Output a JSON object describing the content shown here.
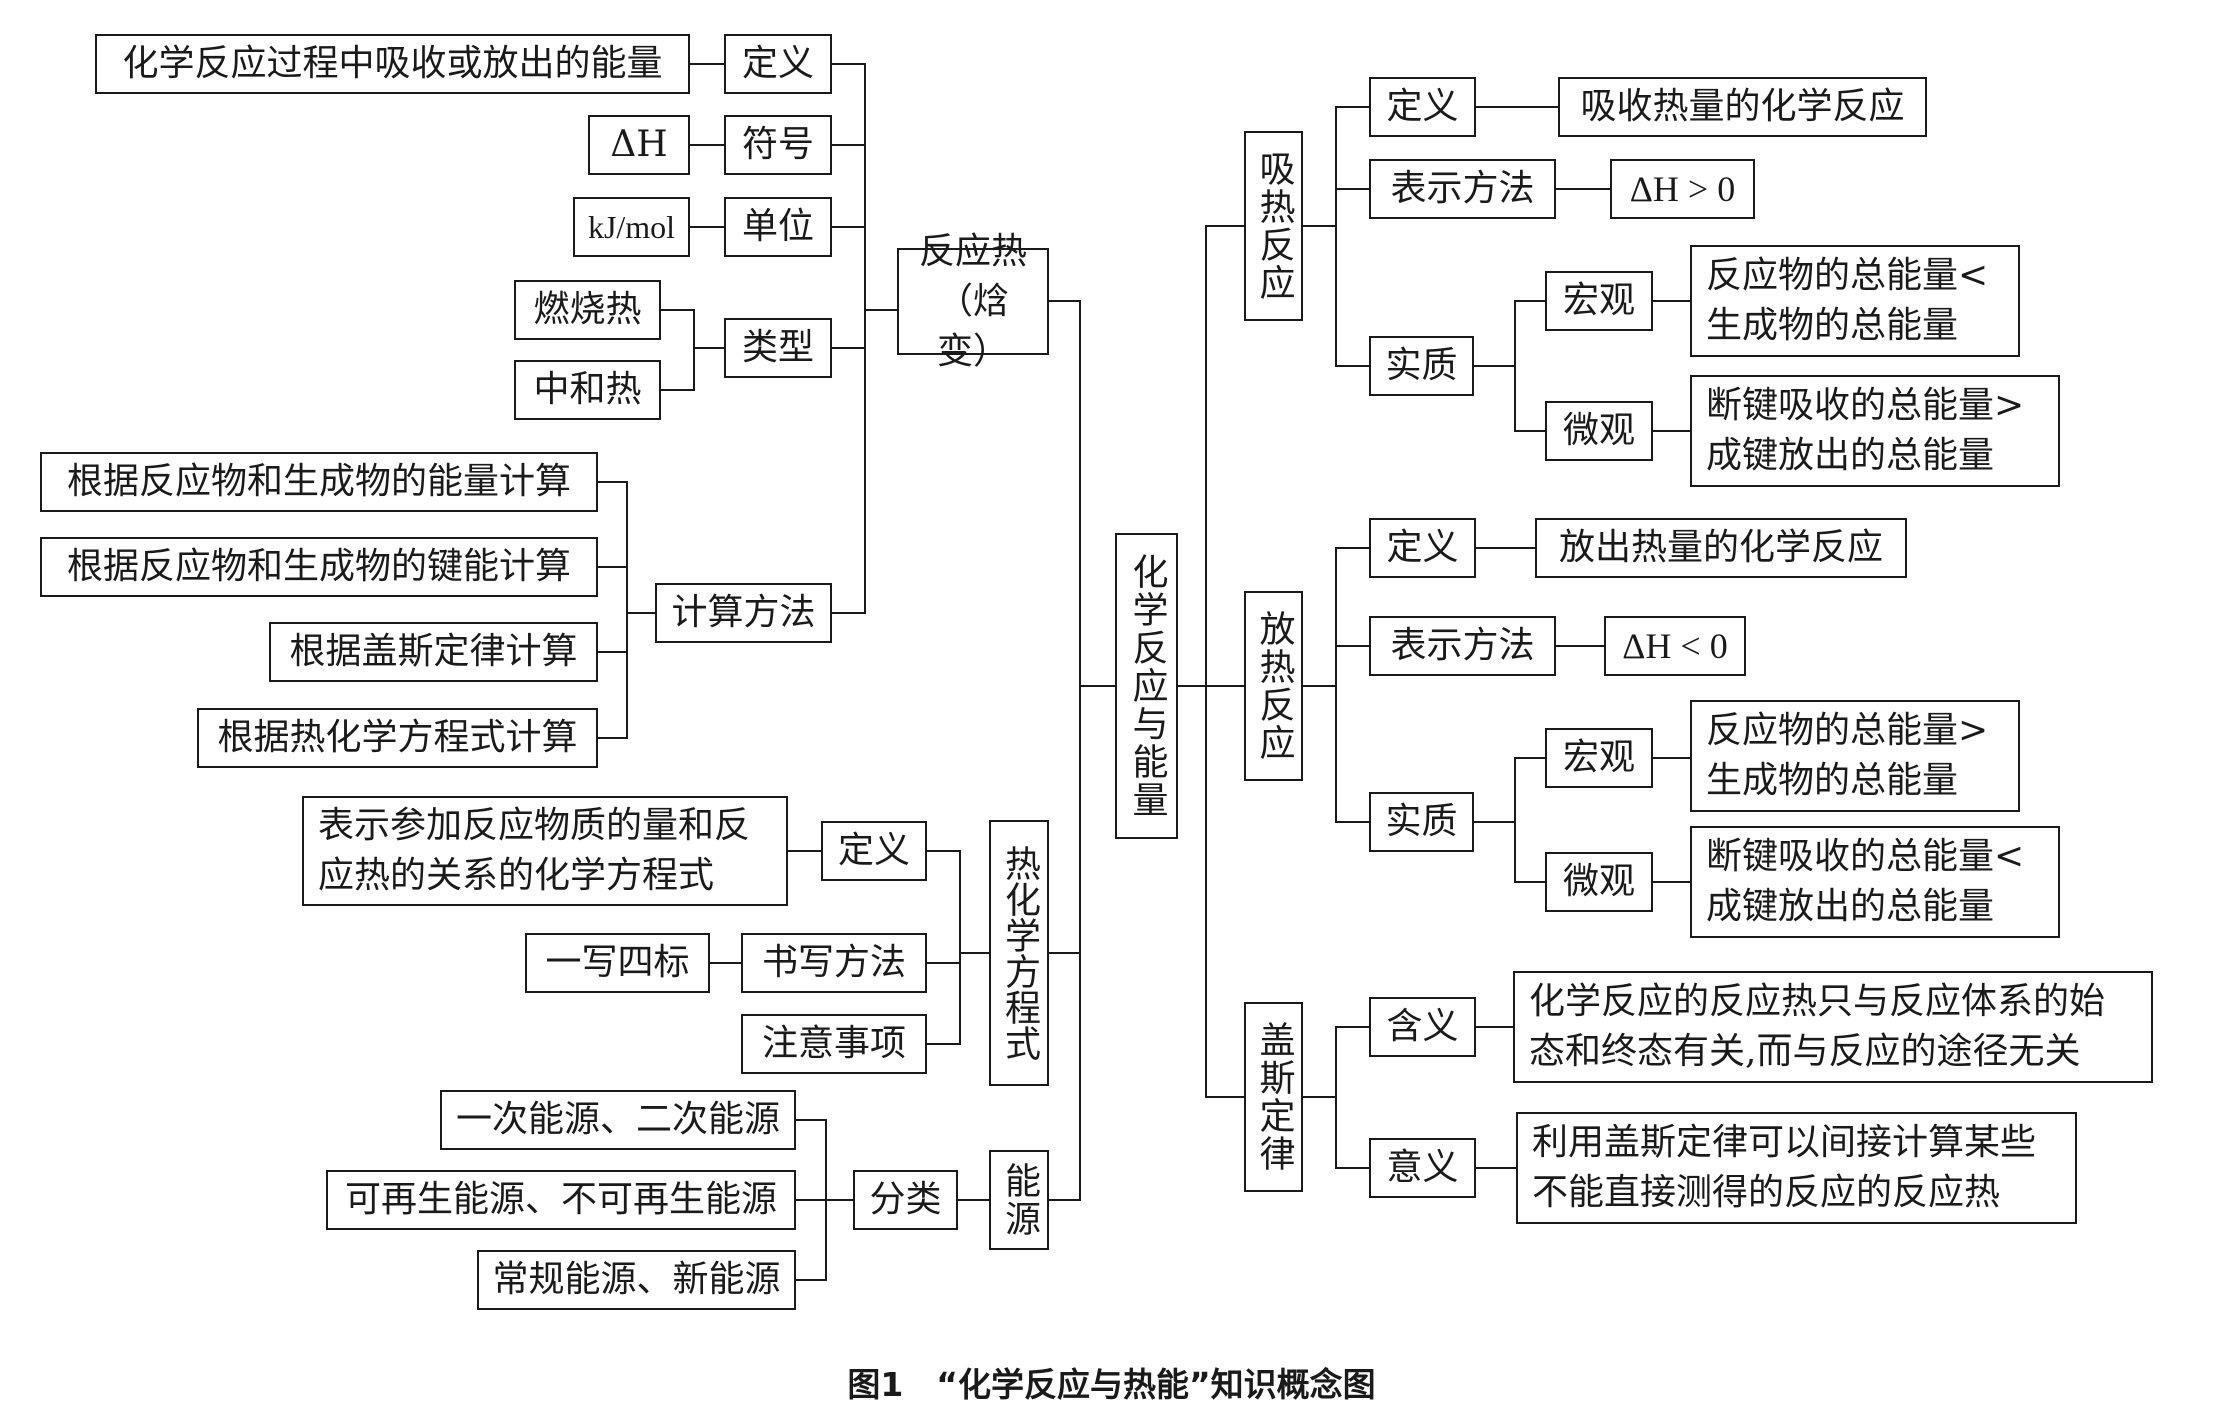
{
  "root": "化学反应与能量",
  "caption": "图1　“化学反应与热能”知识概念图",
  "left": {
    "reaction_heat": {
      "label": "反应热\n（焓变）",
      "definition": {
        "key": "定义",
        "value": "化学反应过程中吸收或放出的能量"
      },
      "symbol": {
        "key": "符号",
        "value": "ΔH"
      },
      "unit": {
        "key": "单位",
        "value": "kJ/mol"
      },
      "types": {
        "key": "类型",
        "items": [
          "燃烧热",
          "中和热"
        ]
      },
      "calc": {
        "key": "计算方法",
        "items": [
          "根据反应物和生成物的能量计算",
          "根据反应物和生成物的键能计算",
          "根据盖斯定律计算",
          "根据热化学方程式计算"
        ]
      }
    },
    "thermo_equation": {
      "label": "热化学方程式",
      "definition": {
        "key": "定义",
        "value": "表示参加反应物质的量和反\n应热的关系的化学方程式"
      },
      "writing": {
        "key": "书写方法",
        "value": "一写四标"
      },
      "notes": {
        "key": "注意事项"
      }
    },
    "energy_source": {
      "label": "能源",
      "classification": {
        "key": "分类",
        "items": [
          "一次能源、二次能源",
          "可再生能源、不可再生能源",
          "常规能源、新能源"
        ]
      }
    }
  },
  "right": {
    "endothermic": {
      "label": "吸热反应",
      "definition": {
        "key": "定义",
        "value": "吸收热量的化学反应"
      },
      "notation": {
        "key": "表示方法",
        "value": "ΔH > 0"
      },
      "essence": {
        "key": "实质",
        "macro": {
          "key": "宏观",
          "value": "反应物的总能量<\n生成物的总能量"
        },
        "micro": {
          "key": "微观",
          "value": "断键吸收的总能量>\n成键放出的总能量"
        }
      }
    },
    "exothermic": {
      "label": "放热反应",
      "definition": {
        "key": "定义",
        "value": "放出热量的化学反应"
      },
      "notation": {
        "key": "表示方法",
        "value": "ΔH < 0"
      },
      "essence": {
        "key": "实质",
        "macro": {
          "key": "宏观",
          "value": "反应物的总能量>\n生成物的总能量"
        },
        "micro": {
          "key": "微观",
          "value": "断键吸收的总能量<\n成键放出的总能量"
        }
      }
    },
    "hess_law": {
      "label": "盖斯定律",
      "meaning": {
        "key": "含义",
        "value": "化学反应的反应热只与反应体系的始\n态和终态有关,而与反应的途径无关"
      },
      "significance": {
        "key": "意义",
        "value": "利用盖斯定律可以间接计算某些\n不能直接测得的反应的反应热"
      }
    }
  }
}
